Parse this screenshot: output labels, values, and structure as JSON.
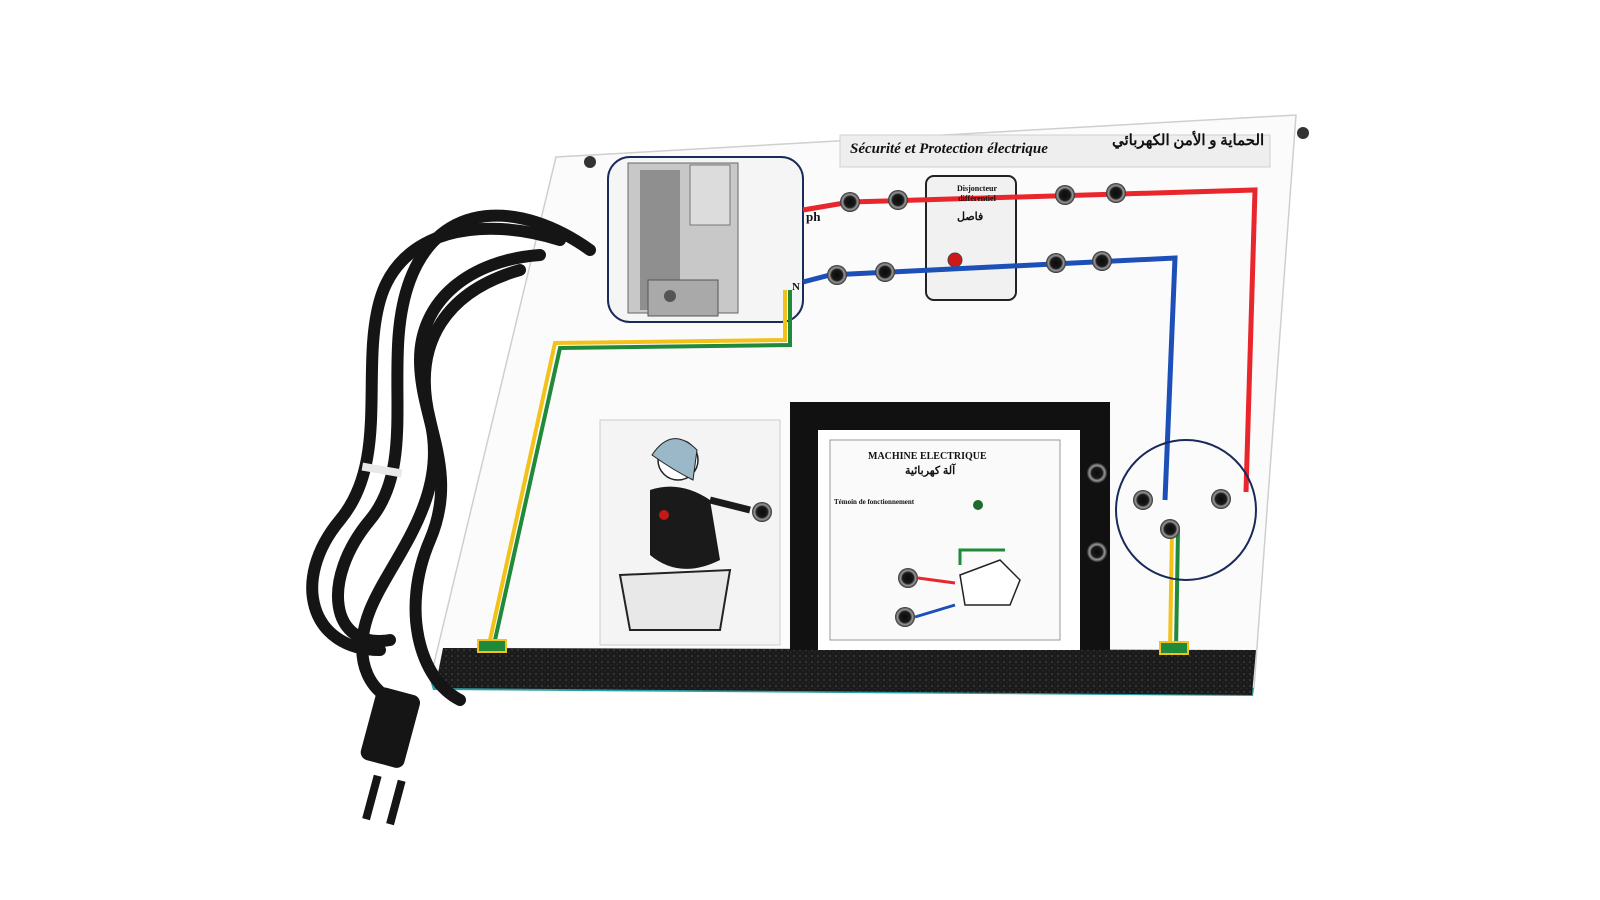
{
  "board": {
    "title_fr": "Sécurité et Protection électrique",
    "title_ar": "الحماية و الأمن الكهربائي",
    "phase_label": "ph",
    "neutral_label": "N",
    "breaker_label_fr": "Disjoncteur différentiel",
    "breaker_label_ar": "فاصل",
    "machine_label_fr": "MACHINE ELECTRIQUE",
    "machine_label_ar": "آلة كهربائية",
    "indicator_label": "Témoin de fonctionnement"
  },
  "colors": {
    "phase_wire": "#e8262b",
    "neutral_wire": "#1d4fb8",
    "earth_wire_green": "#1f8a3a",
    "earth_wire_yellow": "#f2c21b",
    "board": "#fbfbfb",
    "base_strip": "#1b1b1b",
    "cable": "#151515"
  }
}
